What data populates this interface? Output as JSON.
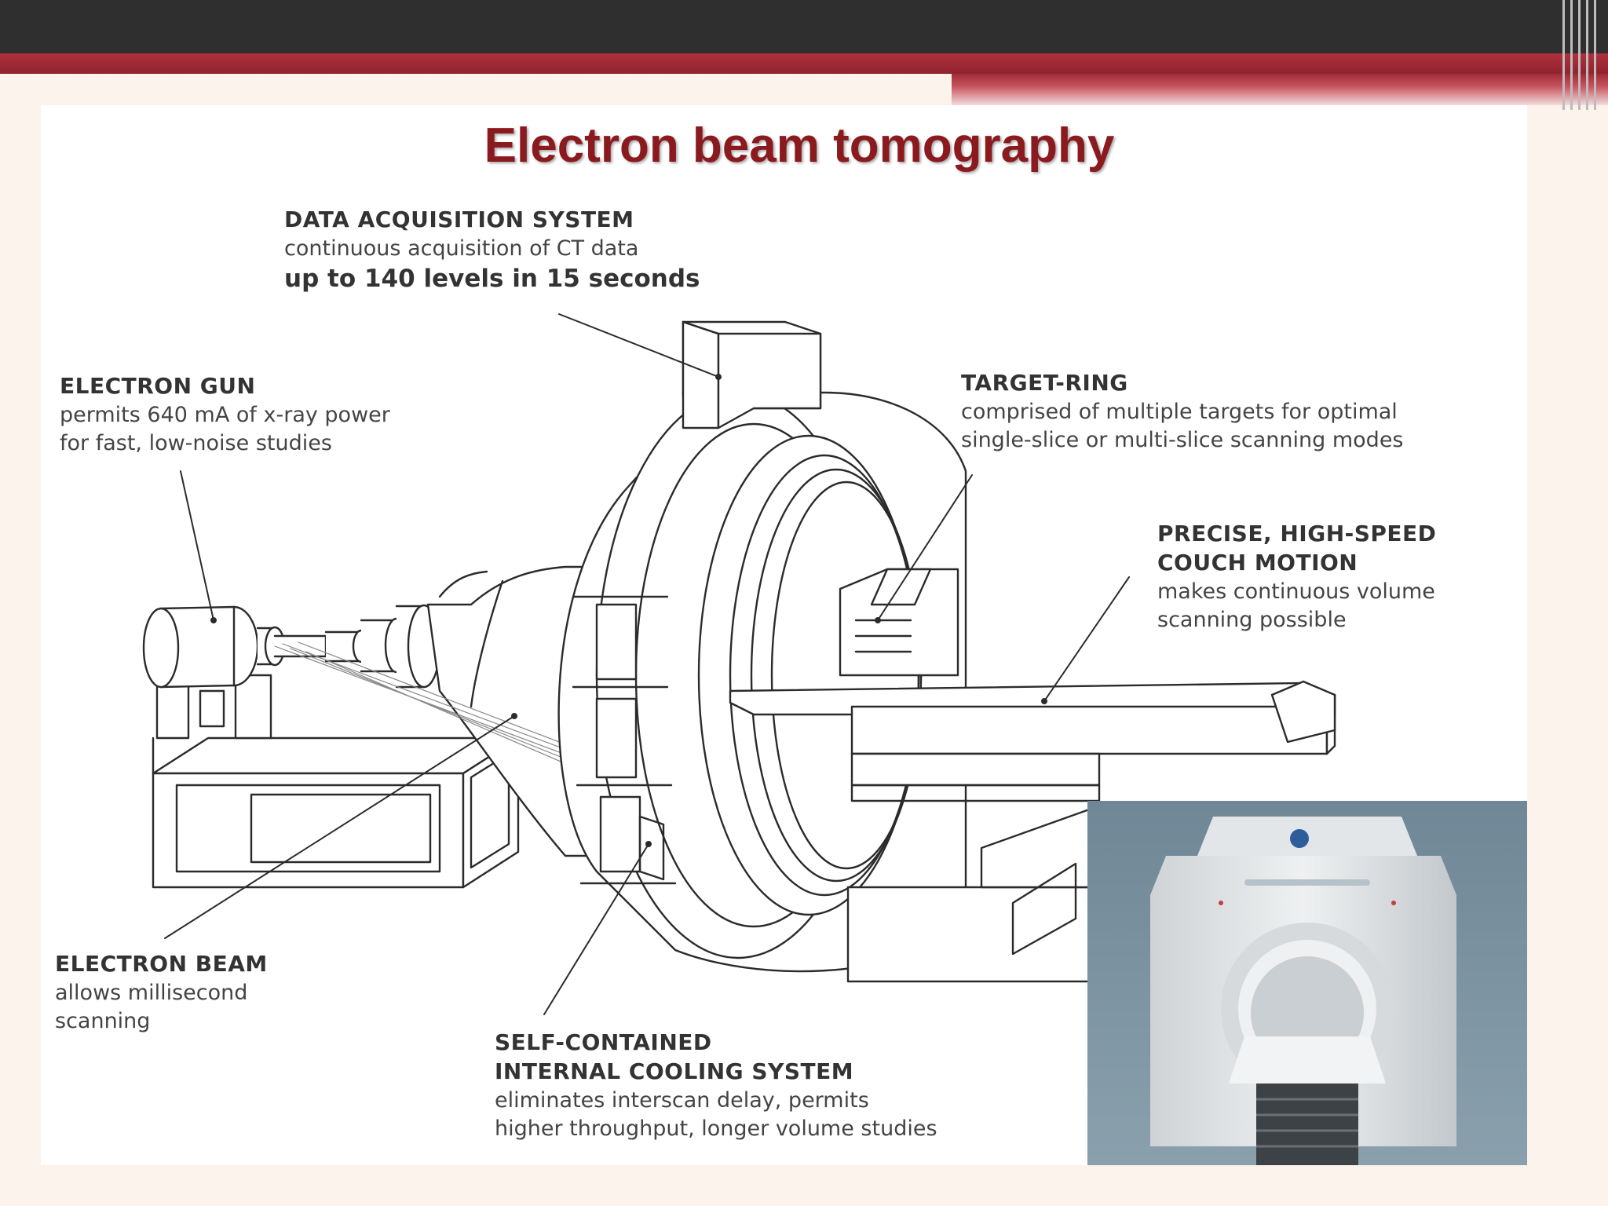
{
  "slide": {
    "title": "Electron beam tomography"
  },
  "callouts": {
    "data_acquisition": {
      "heading": "DATA ACQUISITION SYSTEM",
      "line1": "continuous acquisition of CT data",
      "line2": "up to 140 levels in 15 seconds"
    },
    "electron_gun": {
      "heading": "ELECTRON GUN",
      "line1": "permits 640 mA of x-ray power",
      "line2": "for fast, low-noise studies"
    },
    "target_ring": {
      "heading": "TARGET-RING",
      "line1": "comprised of multiple targets for optimal",
      "line2": "single-slice or multi-slice scanning modes"
    },
    "couch_motion": {
      "heading1": "PRECISE, HIGH-SPEED",
      "heading2": "COUCH MOTION",
      "line1": "makes continuous volume",
      "line2": "scanning possible"
    },
    "electron_beam": {
      "heading": "ELECTRON BEAM",
      "line1": "allows millisecond",
      "line2": "scanning"
    },
    "cooling_system": {
      "heading1": "SELF-CONTAINED",
      "heading2": "INTERNAL COOLING SYSTEM",
      "line1": "eliminates interscan delay, permits",
      "line2": "higher throughput, longer volume studies"
    }
  },
  "colors": {
    "title": "#8b1a1f",
    "top_bar": "#2f2f2f",
    "accent_bar": "#9e2833",
    "background": "#fbf3ec"
  }
}
